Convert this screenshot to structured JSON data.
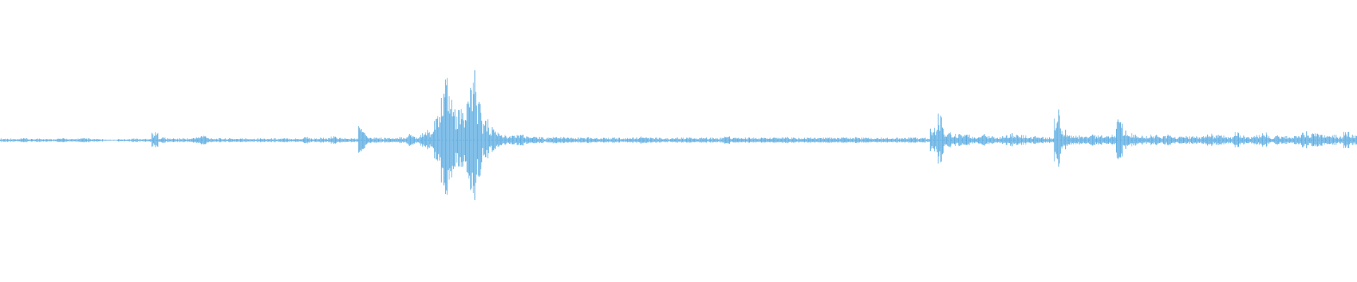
{
  "waveform": {
    "color": "#5dade2",
    "background": "#ffffff",
    "peak_amplitudes": [
      0.03,
      0.03,
      0.02,
      0.03,
      0.02,
      0.03,
      0.03,
      0.02,
      0.03,
      0.03,
      0.02,
      0.03,
      0.03,
      0.02,
      0.02,
      0.01,
      0.0,
      0.02,
      0.02,
      0.03,
      0.02,
      0.03,
      0.12,
      0.05,
      0.03,
      0.03,
      0.03,
      0.03,
      0.05,
      0.08,
      0.04,
      0.03,
      0.03,
      0.03,
      0.03,
      0.03,
      0.03,
      0.03,
      0.03,
      0.03,
      0.03,
      0.03,
      0.03,
      0.03,
      0.06,
      0.03,
      0.04,
      0.03,
      0.06,
      0.04,
      0.03,
      0.03,
      0.22,
      0.08,
      0.05,
      0.04,
      0.04,
      0.03,
      0.05,
      0.1,
      0.06,
      0.12,
      0.15,
      0.35,
      0.95,
      0.7,
      0.45,
      0.55,
      1.0,
      0.75,
      0.3,
      0.2,
      0.12,
      0.08,
      0.07,
      0.1,
      0.06,
      0.05,
      0.05,
      0.04,
      0.06,
      0.05,
      0.04,
      0.04,
      0.04,
      0.05,
      0.04,
      0.04,
      0.04,
      0.04,
      0.03,
      0.04,
      0.04,
      0.06,
      0.04,
      0.04,
      0.04,
      0.03,
      0.04,
      0.04,
      0.04,
      0.04,
      0.04,
      0.04,
      0.04,
      0.06,
      0.04,
      0.04,
      0.04,
      0.04,
      0.04,
      0.04,
      0.04,
      0.04,
      0.05,
      0.04,
      0.04,
      0.04,
      0.04,
      0.04,
      0.05,
      0.04,
      0.04,
      0.04,
      0.05,
      0.04,
      0.04,
      0.04,
      0.04,
      0.04,
      0.04,
      0.04,
      0.04,
      0.04,
      0.04,
      0.2,
      0.4,
      0.12,
      0.1,
      0.1,
      0.08,
      0.06,
      0.09,
      0.07,
      0.06,
      0.06,
      0.1,
      0.08,
      0.08,
      0.06,
      0.06,
      0.05,
      0.05,
      0.45,
      0.15,
      0.08,
      0.07,
      0.06,
      0.1,
      0.08,
      0.06,
      0.08,
      0.35,
      0.15,
      0.1,
      0.08,
      0.06,
      0.08,
      0.06,
      0.09,
      0.06,
      0.06,
      0.06,
      0.06,
      0.06,
      0.1,
      0.08,
      0.07,
      0.06,
      0.12,
      0.07,
      0.06,
      0.08,
      0.12,
      0.06,
      0.07,
      0.06,
      0.06,
      0.08,
      0.14,
      0.1,
      0.12,
      0.07,
      0.08,
      0.06,
      0.15,
      0.08
    ]
  }
}
